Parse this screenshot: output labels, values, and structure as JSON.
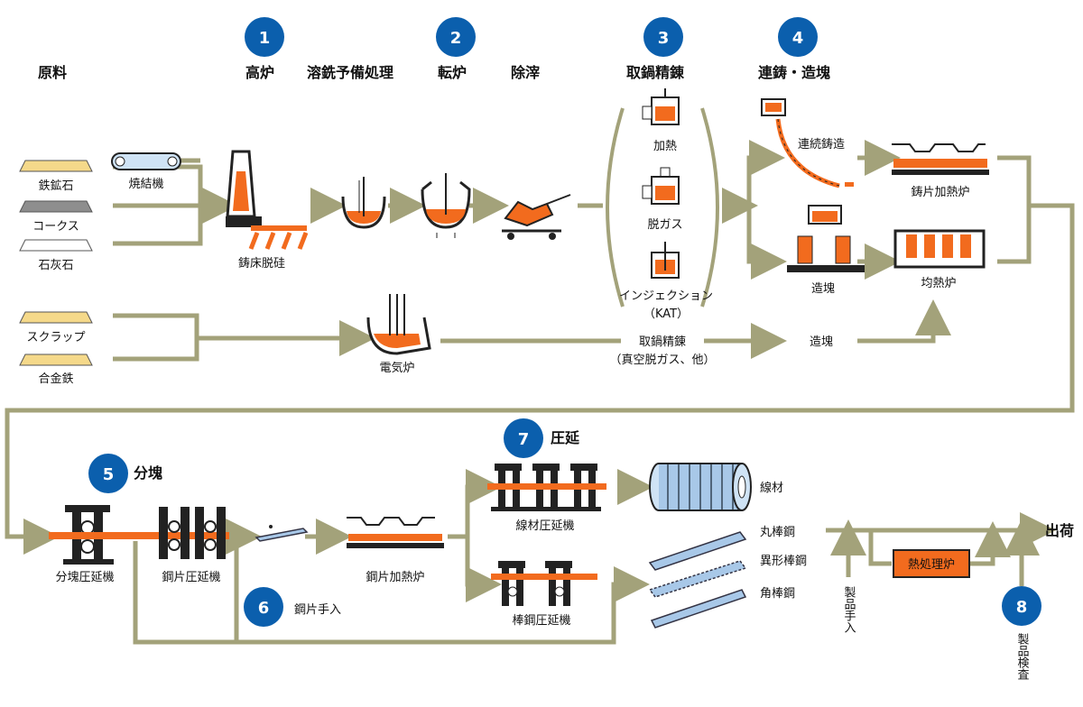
{
  "headers": {
    "raw": "原料",
    "blast_furnace": "高炉",
    "pretreatment": "溶銑予備処理",
    "converter": "転炉",
    "slag_removal": "除滓",
    "ladle_refining": "取鍋精錬",
    "casting": "連鋳・造塊",
    "blooming": "分塊",
    "rolling": "圧延"
  },
  "step_numbers": [
    "1",
    "2",
    "3",
    "4",
    "5",
    "6",
    "7",
    "8"
  ],
  "raw_materials": {
    "iron_ore": "鉄鉱石",
    "coke": "コークス",
    "limestone": "石灰石",
    "scrap": "スクラップ",
    "alloy_iron": "合金鉄"
  },
  "labels": {
    "sinter_machine": "焼結機",
    "desiliconization": "鋳床脱硅",
    "heating": "加熱",
    "degassing": "脱ガス",
    "injection": "インジェクション",
    "kat": "（KAT）",
    "continuous_casting": "連続鋳造",
    "slab_reheating_furnace": "鋳片加熱炉",
    "ingot_casting": "造塊",
    "soaking_pit": "均熱炉",
    "electric_furnace": "電気炉",
    "ladle_refining2": "取鍋精錬",
    "ladle_refining2_note": "（真空脱ガス、他）",
    "ingot_casting2": "造塊",
    "blooming_mill": "分塊圧延機",
    "billet_mill": "鋼片圧延機",
    "billet_reheating": "鋼片加熱炉",
    "billet_conditioning": "鋼片手入",
    "wire_rod_mill": "線材圧延機",
    "bar_mill": "棒鋼圧延機",
    "wire_rod": "線材",
    "round_bar": "丸棒鋼",
    "deformed_bar": "異形棒鋼",
    "square_bar": "角棒鋼",
    "shipping": "出荷",
    "heat_treatment": "熱処理炉",
    "product_conditioning": "製品手入",
    "product_inspection": "製品検査"
  },
  "colors": {
    "flow": "#a3a27a",
    "badge": "#0b5fad",
    "molten": "#f26b1e",
    "ore": "#f5d98a"
  }
}
